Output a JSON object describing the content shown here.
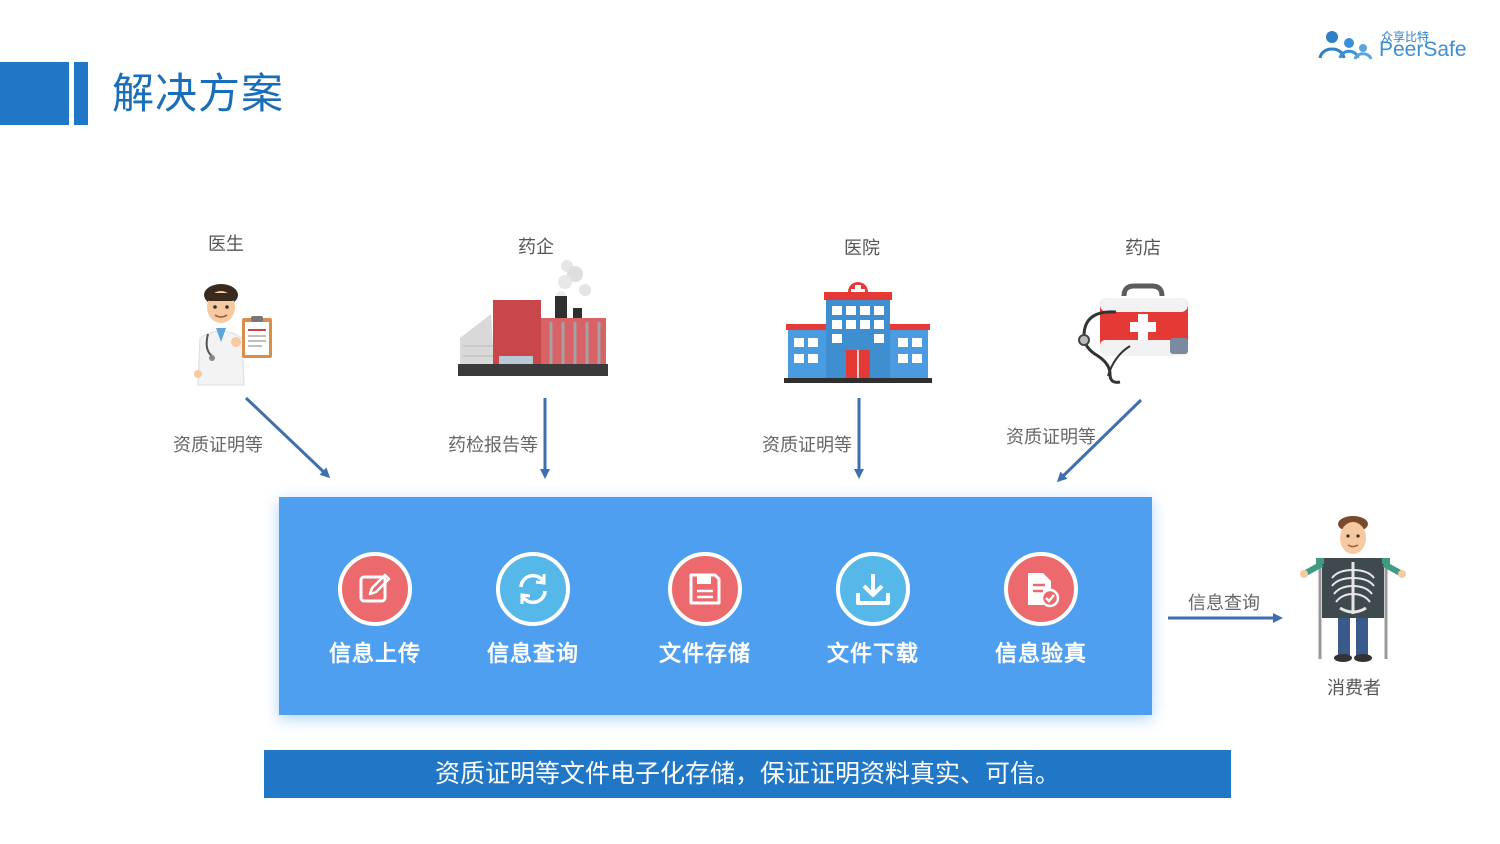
{
  "header": {
    "title": "解决方案"
  },
  "logo": {
    "cn": "众享比特",
    "en": "PeerSafe"
  },
  "sources": [
    {
      "label": "医生",
      "icon": "doctor-icon"
    },
    {
      "label": "药企",
      "icon": "factory-icon"
    },
    {
      "label": "医院",
      "icon": "hospital-icon"
    },
    {
      "label": "药店",
      "icon": "first-aid-kit-icon"
    }
  ],
  "flows": [
    {
      "label": "资质证明等"
    },
    {
      "label": "药检报告等"
    },
    {
      "label": "资质证明等"
    },
    {
      "label": "资质证明等"
    }
  ],
  "platform": {
    "features": [
      {
        "label": "信息上传",
        "icon": "edit-icon",
        "color": "#ec6a6d"
      },
      {
        "label": "信息查询",
        "icon": "refresh-icon",
        "color": "#56b8e8"
      },
      {
        "label": "文件存储",
        "icon": "save-icon",
        "color": "#ec6a6d"
      },
      {
        "label": "文件下载",
        "icon": "download-icon",
        "color": "#56b8e8"
      },
      {
        "label": "信息验真",
        "icon": "document-check-icon",
        "color": "#ec6a6d"
      }
    ]
  },
  "consumer": {
    "label": "消费者",
    "query_label": "信息查询",
    "icon": "xray-person-icon"
  },
  "banner": {
    "text": "资质证明等文件电子化存储，保证证明资料真实、可信。"
  },
  "colors": {
    "primary": "#1f77c6",
    "panel": "#4f9ff1",
    "arrow": "#3f6fae"
  }
}
